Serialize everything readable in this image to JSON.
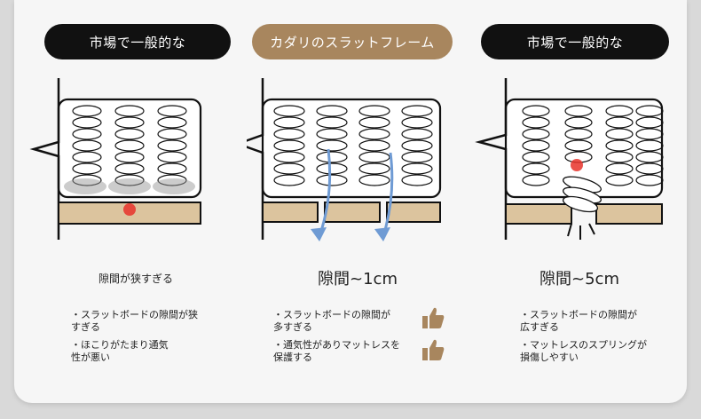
{
  "columns": [
    {
      "badge": "市場で一般的な",
      "heading": "隙間が狭すぎる",
      "bullets": [
        "・スラットボードの隙間が狭\nすぎる",
        "・ほこりがたまり通気\n性が悪い"
      ]
    },
    {
      "badge": "カダリのスラットフレーム",
      "heading": "隙間~1cm",
      "bullets": [
        "・スラットボードの隙間が\n多すぎる",
        "・通気性がありマットレスを\n保護する"
      ],
      "thumb_icon": "thumbs-up-icon"
    },
    {
      "badge": "市場で一般的な",
      "heading": "隙間~5cm",
      "bullets": [
        "・スラットボードの隙間が\n広すぎる",
        "・マットレスのスプリングが\n損傷しやすい"
      ]
    }
  ],
  "colors": {
    "badge_dark": "#111111",
    "badge_brand": "#a8865e",
    "slat": "#dcc49e",
    "arrow": "#6f9bd4",
    "pressure": "#e8322a",
    "thumb": "#a8865e"
  }
}
